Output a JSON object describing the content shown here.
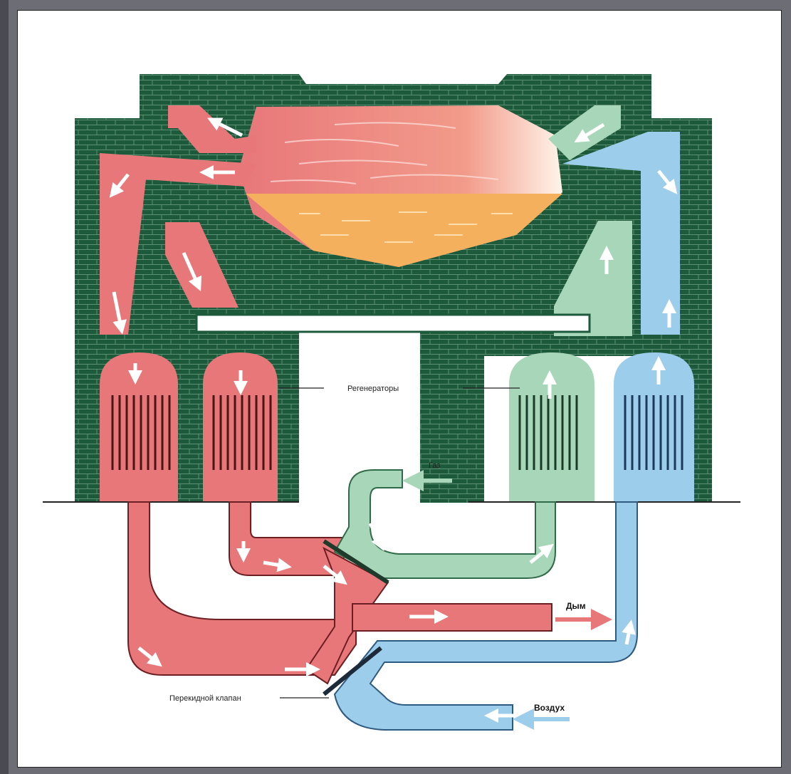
{
  "labels": {
    "regenerators": "Регенераторы",
    "gas": "Газ",
    "smoke": "Дым",
    "valve": "Перекидной клапан",
    "air": "Воздух"
  },
  "colors": {
    "brick": "#1d5a3c",
    "red": "#e8777a",
    "green": "#a8d6b8",
    "blue": "#9ccdea",
    "melt": "#f5b05e",
    "outline": "#6b1f22"
  }
}
